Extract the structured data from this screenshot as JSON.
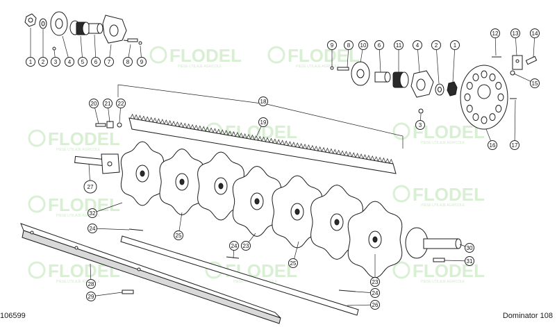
{
  "drawing_number": "106599",
  "model_name": "Dominator 108",
  "watermark": {
    "brand": "FLODEL",
    "tagline": "PIESE UTILAJE AGRICOLE"
  },
  "callouts": [
    {
      "id": "c1",
      "label": "1",
      "highlight": false
    },
    {
      "id": "c2",
      "label": "2",
      "highlight": false
    },
    {
      "id": "c3",
      "label": "3",
      "highlight": false
    },
    {
      "id": "c4",
      "label": "4",
      "highlight": false
    },
    {
      "id": "c5",
      "label": "5",
      "highlight": false
    },
    {
      "id": "c6",
      "label": "6",
      "highlight": false
    },
    {
      "id": "c7",
      "label": "7",
      "highlight": false
    },
    {
      "id": "c8",
      "label": "8",
      "highlight": false
    },
    {
      "id": "c9",
      "label": "9",
      "highlight": false
    },
    {
      "id": "r9",
      "label": "9",
      "highlight": false
    },
    {
      "id": "r8",
      "label": "8",
      "highlight": false
    },
    {
      "id": "r10",
      "label": "10",
      "highlight": false
    },
    {
      "id": "r6",
      "label": "6",
      "highlight": false
    },
    {
      "id": "r11",
      "label": "11",
      "highlight": false
    },
    {
      "id": "r4",
      "label": "4",
      "highlight": false
    },
    {
      "id": "r2",
      "label": "2",
      "highlight": false
    },
    {
      "id": "r1",
      "label": "1",
      "highlight": false
    },
    {
      "id": "r3",
      "label": "3",
      "highlight": false
    },
    {
      "id": "c12",
      "label": "12",
      "highlight": false
    },
    {
      "id": "c13",
      "label": "13",
      "highlight": false
    },
    {
      "id": "c14",
      "label": "14",
      "highlight": false
    },
    {
      "id": "c15",
      "label": "15",
      "highlight": false
    },
    {
      "id": "c16",
      "label": "16",
      "highlight": false
    },
    {
      "id": "c17",
      "label": "17",
      "highlight": false
    },
    {
      "id": "c18",
      "label": "18",
      "highlight": false
    },
    {
      "id": "c19",
      "label": "19",
      "highlight": false
    },
    {
      "id": "c20",
      "label": "20",
      "highlight": false
    },
    {
      "id": "c21",
      "label": "21",
      "highlight": false
    },
    {
      "id": "c22",
      "label": "22",
      "highlight": false
    },
    {
      "id": "c27",
      "label": "27",
      "highlight": true
    },
    {
      "id": "c32",
      "label": "32",
      "highlight": false
    },
    {
      "id": "c24a",
      "label": "24",
      "highlight": false
    },
    {
      "id": "c25a",
      "label": "25",
      "highlight": false
    },
    {
      "id": "c24b",
      "label": "24",
      "highlight": false
    },
    {
      "id": "c23a",
      "label": "23",
      "highlight": false
    },
    {
      "id": "c25b",
      "label": "25",
      "highlight": false
    },
    {
      "id": "c23b",
      "label": "23",
      "highlight": false
    },
    {
      "id": "c30",
      "label": "30",
      "highlight": false
    },
    {
      "id": "c31",
      "label": "31",
      "highlight": false
    },
    {
      "id": "c28",
      "label": "28",
      "highlight": false
    },
    {
      "id": "c29",
      "label": "29",
      "highlight": false
    },
    {
      "id": "c24c",
      "label": "24",
      "highlight": false
    },
    {
      "id": "c26",
      "label": "26",
      "highlight": false
    }
  ]
}
